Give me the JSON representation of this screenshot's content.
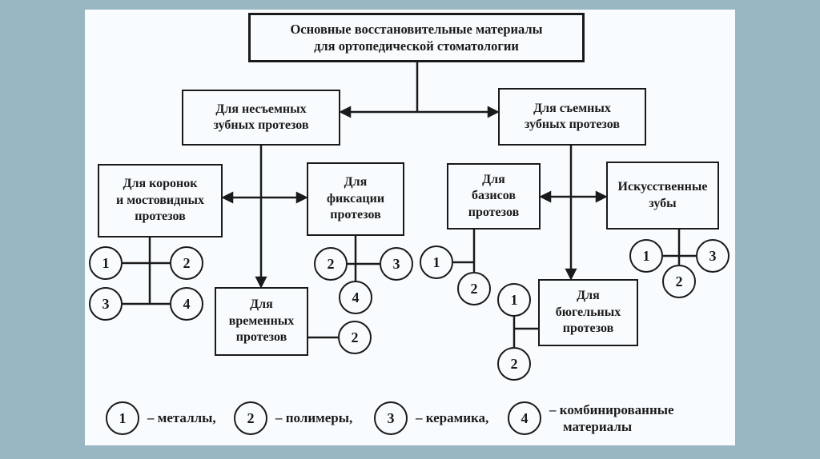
{
  "diagram": {
    "title": "Основные восстановительные материалы\nдля ортопедической стоматологии",
    "nodes": {
      "nonremovable": "Для несъемных\nзубных протезов",
      "removable": "Для съемных\nзубных протезов",
      "crowns": "Для коронок\nи мостовидных\nпротезов",
      "fixation": "Для\nфиксации\nпротезов",
      "bases": "Для\nбазисов\nпротезов",
      "artificial": "Искусственные\nзубы",
      "temporary": "Для\nвременных\nпротезов",
      "clasp": "Для\nбюгельных\nпротезов"
    },
    "markers": {
      "crowns": [
        "1",
        "2",
        "3",
        "4"
      ],
      "fixation": [
        "2",
        "3",
        "4"
      ],
      "bases": [
        "1",
        "2"
      ],
      "artificial": [
        "1",
        "3",
        "2"
      ],
      "temporary": [
        "2"
      ],
      "clasp": [
        "1",
        "2"
      ]
    },
    "legend": {
      "items": [
        {
          "num": "1",
          "label": "– металлы,"
        },
        {
          "num": "2",
          "label": "– полимеры,"
        },
        {
          "num": "3",
          "label": "– керамика,"
        },
        {
          "num": "4",
          "label": "– комбинированные\nматериалы"
        }
      ]
    },
    "colors": {
      "background": "#99b6c3",
      "panel": "#f9fcfe",
      "line": "#1a1a1a"
    }
  }
}
